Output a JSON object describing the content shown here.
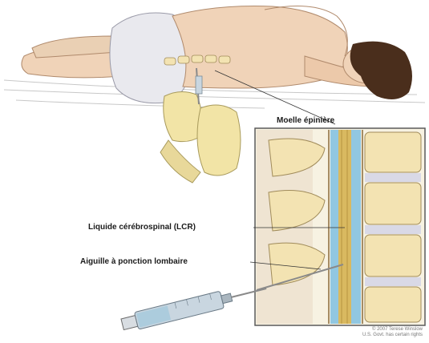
{
  "labels": {
    "spinal_cord": "Moelle épinière",
    "csf": "Liquide cérébrospinal (LCR)",
    "needle": "Aiguille à ponction lombaire"
  },
  "credit": {
    "line1": "© 2007 Terese Winslow",
    "line2": "U.S. Govt. has certain rights"
  },
  "colors": {
    "skin": "#f0d3b8",
    "skin_shadow": "#d9b394",
    "hair": "#4a2e1c",
    "glove": "#f2e4a6",
    "underwear": "#e9e9ee",
    "vertebra": "#f3e3b2",
    "disc": "#d9d9e6",
    "csf": "#7fbfe0",
    "spinal_cord": "#d9b960",
    "inset_border": "#5a5a5a",
    "syringe": "#c9d6e0"
  }
}
